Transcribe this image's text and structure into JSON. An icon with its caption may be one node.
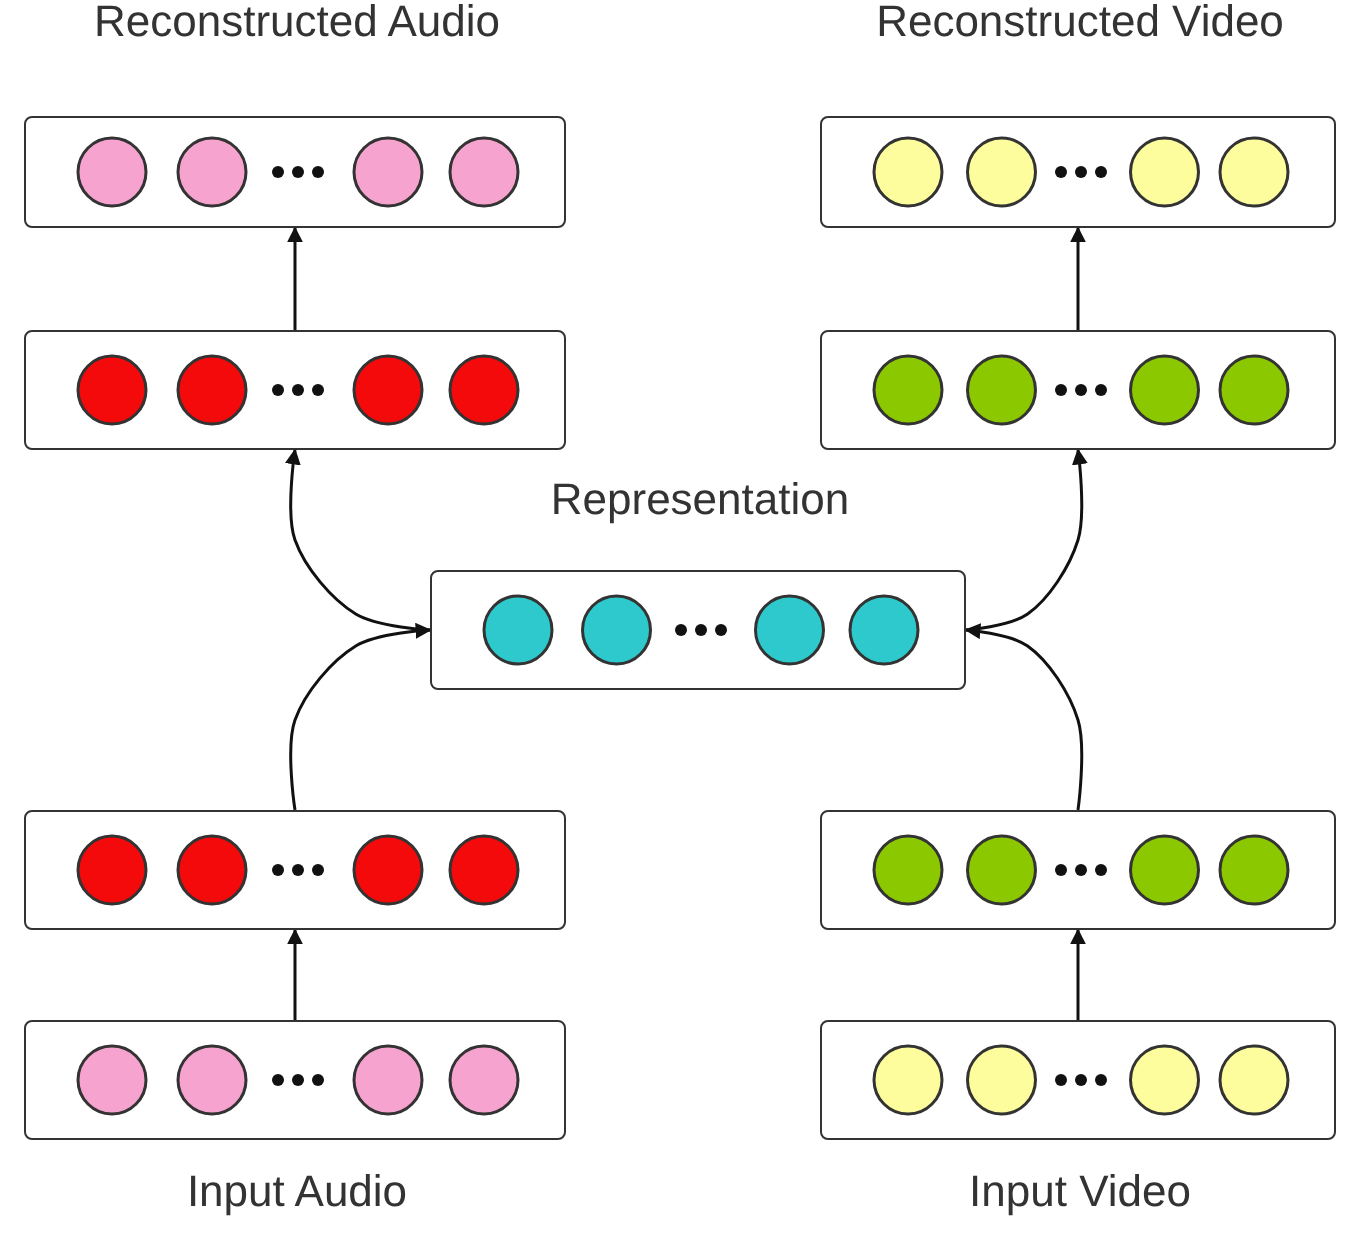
{
  "diagram": {
    "nodes": [
      {
        "text": [
          "Reconstructed Audio"
        ]
      },
      {
        "text": [
          "Reconstructed Video"
        ]
      },
      {
        "text": [],
        "shape": "box"
      },
      {
        "text": [],
        "shape": "box"
      },
      {
        "text": [
          "Representation"
        ]
      },
      {
        "text": [],
        "shape": "box"
      },
      {
        "text": [],
        "shape": "box"
      },
      {
        "text": [
          "Input Audio"
        ]
      },
      {
        "text": [
          "Input Video"
        ]
      }
    ],
    "edges": [
      {
        "from": 2,
        "to": 0,
        "arrow": "to"
      },
      {
        "from": 3,
        "to": 1,
        "arrow": "to"
      },
      {
        "from": 4,
        "to": 2,
        "arrow": "to"
      },
      {
        "from": 4,
        "to": 3,
        "arrow": "to"
      },
      {
        "from": 5,
        "to": 4,
        "arrow": "to"
      },
      {
        "from": 6,
        "to": 4,
        "arrow": "to"
      },
      {
        "from": 7,
        "to": 5,
        "arrow": "to"
      },
      {
        "from": 8,
        "to": 6,
        "arrow": "to"
      }
    ]
  }
}
